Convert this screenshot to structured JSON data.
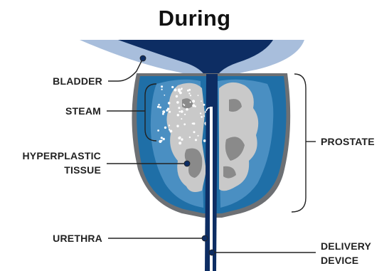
{
  "title": "During",
  "labels": {
    "bladder": "BLADDER",
    "steam": "STEAM",
    "hyperplastic_line1": "HYPERPLASTIC",
    "hyperplastic_line2": "TISSUE",
    "urethra": "URETHRA",
    "prostate": "PROSTATE",
    "delivery_line1": "DELIVERY",
    "delivery_line2": "DEVICE"
  },
  "colors": {
    "bladder_wall": "#a8bedc",
    "bladder_fill": "#0d2d63",
    "prostate_outline": "#6d7074",
    "prostate_outer": "#1f6fa7",
    "prostate_inner": "#4a8fc2",
    "tissue_light": "#c9c9c9",
    "tissue_dark": "#8a8a8a",
    "device": "#ffffff",
    "leader_line": "#222222"
  }
}
